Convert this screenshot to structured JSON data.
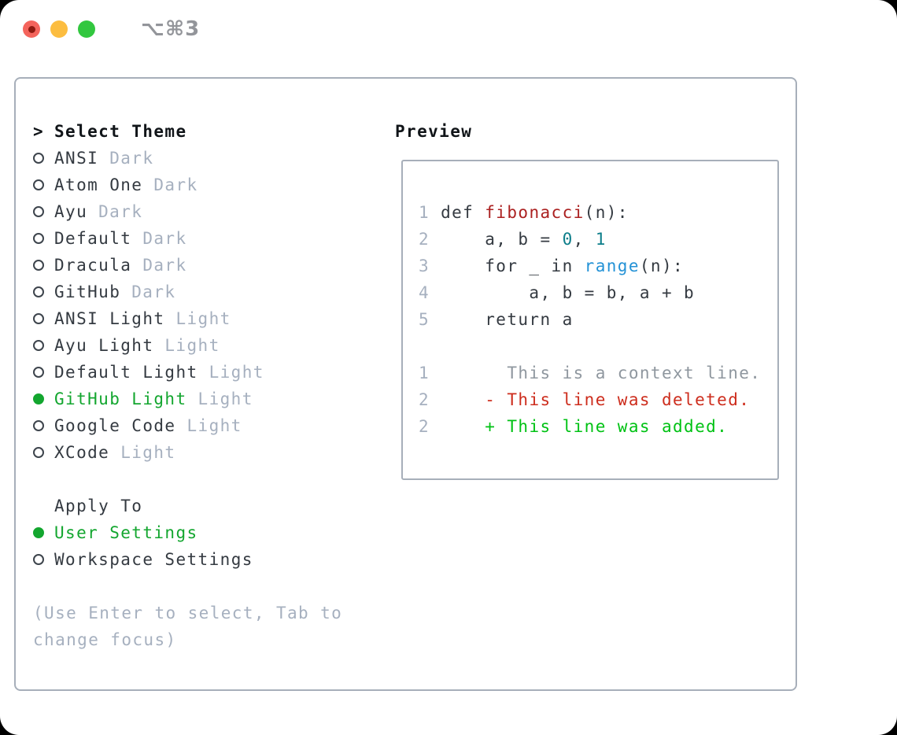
{
  "window": {
    "shortcut": "⌥⌘3"
  },
  "colors": {
    "window-bg": "#ffffff",
    "border": "#a7afba",
    "heading": "#101418",
    "text": "#343a41",
    "muted": "#a6b0bf",
    "radio": "#3d444c",
    "green": "#13a62f",
    "green-bright": "#00c214",
    "red": "#cd2d1d",
    "red-func": "#ab2020",
    "teal": "#0d7e8a",
    "blue": "#2492d6",
    "linenum": "#a6b0bf",
    "context": "#8f979f",
    "shortcut": "#93959a",
    "light-red": "#f4645c",
    "light-red-dot": "#8e1a10",
    "light-yellow": "#fcbd40",
    "light-green": "#32c73f"
  },
  "selector": {
    "prompt": ">",
    "title": "Select Theme",
    "themes": [
      {
        "name": "ANSI",
        "variant": "Dark",
        "selected": false
      },
      {
        "name": "Atom One",
        "variant": "Dark",
        "selected": false
      },
      {
        "name": "Ayu",
        "variant": "Dark",
        "selected": false
      },
      {
        "name": "Default",
        "variant": "Dark",
        "selected": false
      },
      {
        "name": "Dracula",
        "variant": "Dark",
        "selected": false
      },
      {
        "name": "GitHub",
        "variant": "Dark",
        "selected": false
      },
      {
        "name": "ANSI Light",
        "variant": "Light",
        "selected": false
      },
      {
        "name": "Ayu Light",
        "variant": "Light",
        "selected": false
      },
      {
        "name": "Default Light",
        "variant": "Light",
        "selected": false
      },
      {
        "name": "GitHub Light",
        "variant": "Light",
        "selected": true
      },
      {
        "name": "Google Code",
        "variant": "Light",
        "selected": false
      },
      {
        "name": "XCode",
        "variant": "Light",
        "selected": false
      }
    ],
    "apply_title": "Apply To",
    "apply_options": [
      {
        "label": "User Settings",
        "selected": true
      },
      {
        "label": "Workspace Settings",
        "selected": false
      }
    ],
    "hint": "(Use Enter to select, Tab to change focus)"
  },
  "preview": {
    "title": "Preview",
    "lines": [
      [
        [
          "ln",
          "1"
        ],
        [
          "t",
          " def "
        ],
        [
          "fn",
          "fibonacci"
        ],
        [
          "t",
          "(n):"
        ]
      ],
      [
        [
          "ln",
          "2"
        ],
        [
          "t",
          "     a, b = "
        ],
        [
          "nm",
          "0"
        ],
        [
          "t",
          ", "
        ],
        [
          "nm",
          "1"
        ]
      ],
      [
        [
          "ln",
          "3"
        ],
        [
          "t",
          "     for _ in "
        ],
        [
          "bl",
          "range"
        ],
        [
          "t",
          "(n):"
        ]
      ],
      [
        [
          "ln",
          "4"
        ],
        [
          "t",
          "         a, b = b, a + b"
        ]
      ],
      [
        [
          "ln",
          "5"
        ],
        [
          "t",
          "     return a"
        ]
      ],
      [],
      [
        [
          "ln",
          "1"
        ],
        [
          "ctx",
          "       This is a context line."
        ]
      ],
      [
        [
          "ln",
          "2"
        ],
        [
          "t",
          "     "
        ],
        [
          "del",
          "- This line was deleted."
        ]
      ],
      [
        [
          "ln",
          "2"
        ],
        [
          "t",
          "     "
        ],
        [
          "add",
          "+ This line was added."
        ]
      ]
    ]
  }
}
